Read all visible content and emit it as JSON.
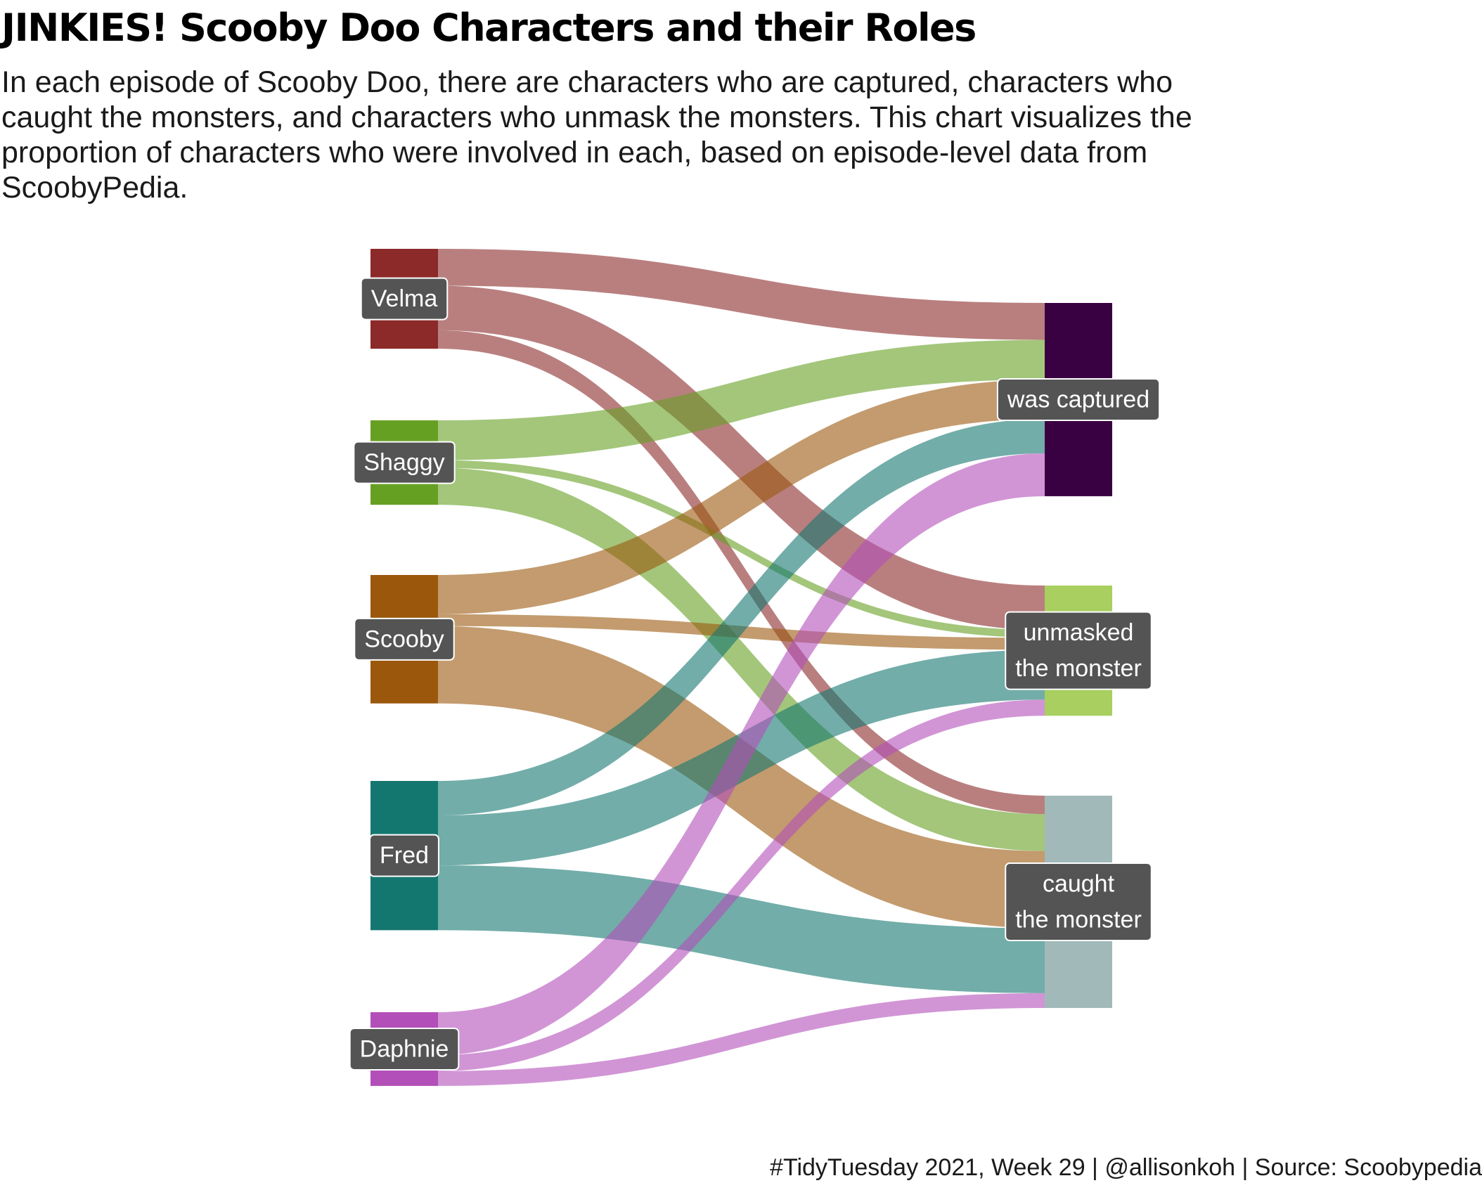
{
  "title": "JINKIES! Scooby Doo Characters and their Roles",
  "subtitle": "In each episode of Scooby Doo, there are characters who are captured, characters who caught the monsters, and characters who unmask the monsters. This chart visualizes the proportion of characters who were involved in each, based on episode-level data from ScoobyPedia.",
  "caption": "#TidyTuesday 2021, Week 29 | @allisonkoh | Source: Scoobypedia",
  "chart_data": {
    "type": "sankey",
    "sources": [
      {
        "name": "Velma",
        "color": "#8B2A29"
      },
      {
        "name": "Shaggy",
        "color": "#66A023"
      },
      {
        "name": "Scooby",
        "color": "#9B580D"
      },
      {
        "name": "Fred",
        "color": "#14776F"
      },
      {
        "name": "Daphnie",
        "color": "#B34FB9"
      }
    ],
    "targets": [
      {
        "name": "was captured",
        "label_lines": [
          "was captured"
        ],
        "color": "#3A0142"
      },
      {
        "name": "unmasked the monster",
        "label_lines": [
          "unmasked",
          "the monster"
        ],
        "color": "#A8CF5F"
      },
      {
        "name": "caught the monster",
        "label_lines": [
          "caught",
          "the monster"
        ],
        "color": "#A2B9BA"
      }
    ],
    "flows": [
      {
        "source": "Velma",
        "target": "was captured",
        "value": 62
      },
      {
        "source": "Velma",
        "target": "unmasked the monster",
        "value": 75
      },
      {
        "source": "Velma",
        "target": "caught the monster",
        "value": 31
      },
      {
        "source": "Shaggy",
        "target": "was captured",
        "value": 67
      },
      {
        "source": "Shaggy",
        "target": "unmasked the monster",
        "value": 13
      },
      {
        "source": "Shaggy",
        "target": "caught the monster",
        "value": 62
      },
      {
        "source": "Scooby",
        "target": "was captured",
        "value": 66
      },
      {
        "source": "Scooby",
        "target": "unmasked the monster",
        "value": 20
      },
      {
        "source": "Scooby",
        "target": "caught the monster",
        "value": 130
      },
      {
        "source": "Fred",
        "target": "was captured",
        "value": 58
      },
      {
        "source": "Fred",
        "target": "unmasked the monster",
        "value": 84
      },
      {
        "source": "Fred",
        "target": "caught the monster",
        "value": 109
      },
      {
        "source": "Daphnie",
        "target": "was captured",
        "value": 72
      },
      {
        "source": "Daphnie",
        "target": "unmasked the monster",
        "value": 27
      },
      {
        "source": "Daphnie",
        "target": "caught the monster",
        "value": 25
      }
    ],
    "flow_opacity": 0.6,
    "legend": "none",
    "grid": false
  }
}
